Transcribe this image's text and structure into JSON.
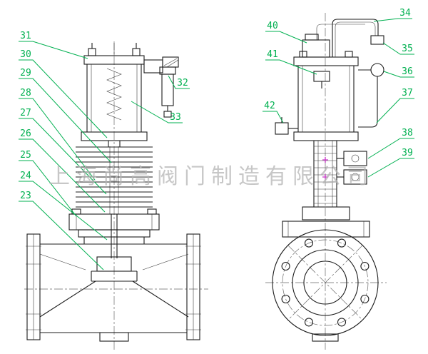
{
  "watermark": "上海尚高阀门制造有限公司",
  "callouts": {
    "c23": "23",
    "c24": "24",
    "c25": "25",
    "c26": "26",
    "c27": "27",
    "c28": "28",
    "c29": "29",
    "c30": "30",
    "c31": "31",
    "c32": "32",
    "c33": "33",
    "c34": "34",
    "c35": "35",
    "c36": "36",
    "c37": "37",
    "c38": "38",
    "c39": "39",
    "c40": "40",
    "c41": "41",
    "c42": "42"
  },
  "colors": {
    "callout_green": "#00b050",
    "drawing_line": "#1c1c1c",
    "centerline_gray": "#6a6a6a",
    "watermark_gray": "#b5b5b5",
    "marker_magenta": "#c837c8",
    "background": "#ffffff"
  }
}
